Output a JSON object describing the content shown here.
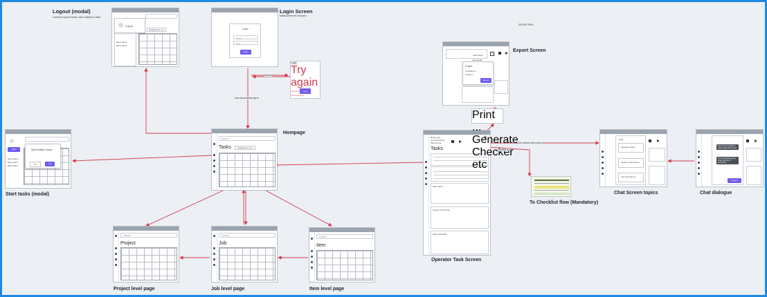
{
  "labels": {
    "logout": "Logout (modal)",
    "logout_sub": "Common logout modal, click outside to close",
    "login": "Login Screen",
    "login_sub": "Initial screen for all users",
    "homepage": "Hompage",
    "start_tasks": "Start tasks (modal)",
    "project_page": "Project level page",
    "job_page": "Job level page",
    "item_page": "Item level page",
    "operator": "Operator Task Screen",
    "export": "Export Screen",
    "checklist": "To Checklist flow (Mandatory)",
    "chat_topics": "Chat Screen topics",
    "chat_dialogue": "Chat dialogue"
  },
  "edge_labels": {
    "login_to_home": "User successfully logs in",
    "login_fail": "Incorrect",
    "export_pdf": "EXPORT PDFs",
    "chat_edge": "User selects chat function",
    "checklist_edge": "checklist link"
  },
  "login": {
    "title": "Login",
    "user_ph": "Name",
    "pass_ph": "Pass",
    "button": "Login",
    "error_title": "Login",
    "error_text": "Try again",
    "error_user": "Incorrect name",
    "error_pass": "Incorrect pass",
    "error_button": "Login"
  },
  "home": {
    "search": "Search",
    "title": "Tasks",
    "filter": "Assigned for me"
  },
  "logout_modal": {
    "action": "Logout",
    "menu": [
      "Menu items",
      "Menu items"
    ],
    "filter": "Assigned for me"
  },
  "start_modal": {
    "question": "Start Multiple Tasks?",
    "no": "No",
    "yes": "Yes",
    "button": "Start",
    "menu": [
      "Menu items",
      "Menu items",
      "Menu items"
    ]
  },
  "project": {
    "search": "Search",
    "title": "Project"
  },
  "job": {
    "search": "Search",
    "title": "Job"
  },
  "item": {
    "search": "Search",
    "title": "Item"
  },
  "operator": {
    "header": "Robert job",
    "job_desc": "Job description",
    "start": "Start timing",
    "title": "Tasks",
    "sections": [
      "Task Specs",
      "Generic Instruction",
      "Task Instruction"
    ]
  },
  "export": {
    "task_name": "Task Name",
    "job_details": "Job Details",
    "project_label": "Project",
    "checks": [
      "Checkbox 1",
      "Check 2"
    ],
    "button": "Export"
  },
  "export_pdf_card": {
    "lines": [
      "Print ...",
      "Generate Checker",
      "etc"
    ]
  },
  "chat_topics": {
    "header": "Chat",
    "topics": [
      "Operator Notes",
      "Generic Instructions",
      "Job Instructions"
    ]
  },
  "chat_dialogue": {
    "messages": [
      "Hey how's everything going today with the job",
      "Good everything going today with job of something"
    ],
    "button": "Send it"
  }
}
